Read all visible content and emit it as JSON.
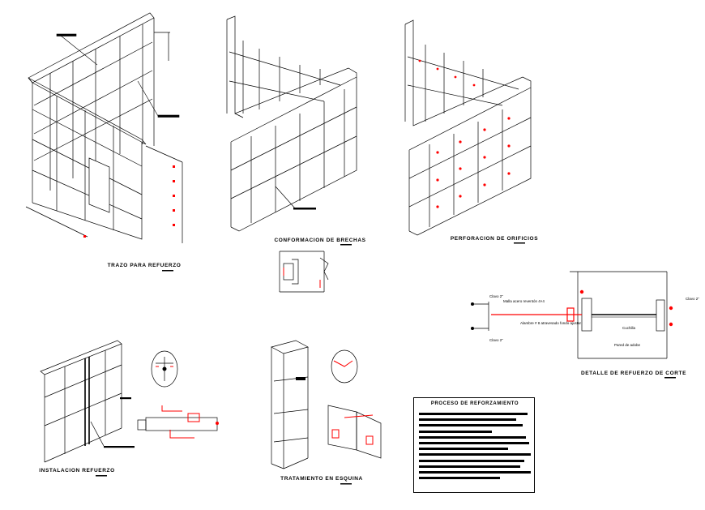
{
  "labels": {
    "trazo": "TRAZO PARA REFUERZO",
    "conformacion": "CONFORMACION DE BRECHAS",
    "perforacion": "PERFORACION DE ORIFICIOS",
    "detalle": "DETALLE DE REFUERZO DE CORTE",
    "instalacion": "INSTALACION REFUERZO",
    "tratamiento": "TRATAMIENTO EN ESQUINA"
  },
  "detail_notes": {
    "clavo_top": "Clavo 2\"",
    "clavo_bottom": "Clavo 2\"",
    "clavo_right": "Clavo 2\"",
    "malla": "Malla acero reventón 4×4",
    "alambre": "Alambre # 8 atravesado fondo ajustar",
    "cuchilla": "Cuchilla",
    "muro": "Pared de adobe"
  },
  "process_box": {
    "title": "PROCESO DE REFORZAMIENTO",
    "lines": 12
  },
  "colors": {
    "line": "#000000",
    "accent": "#ff0000",
    "paper": "#ffffff"
  }
}
